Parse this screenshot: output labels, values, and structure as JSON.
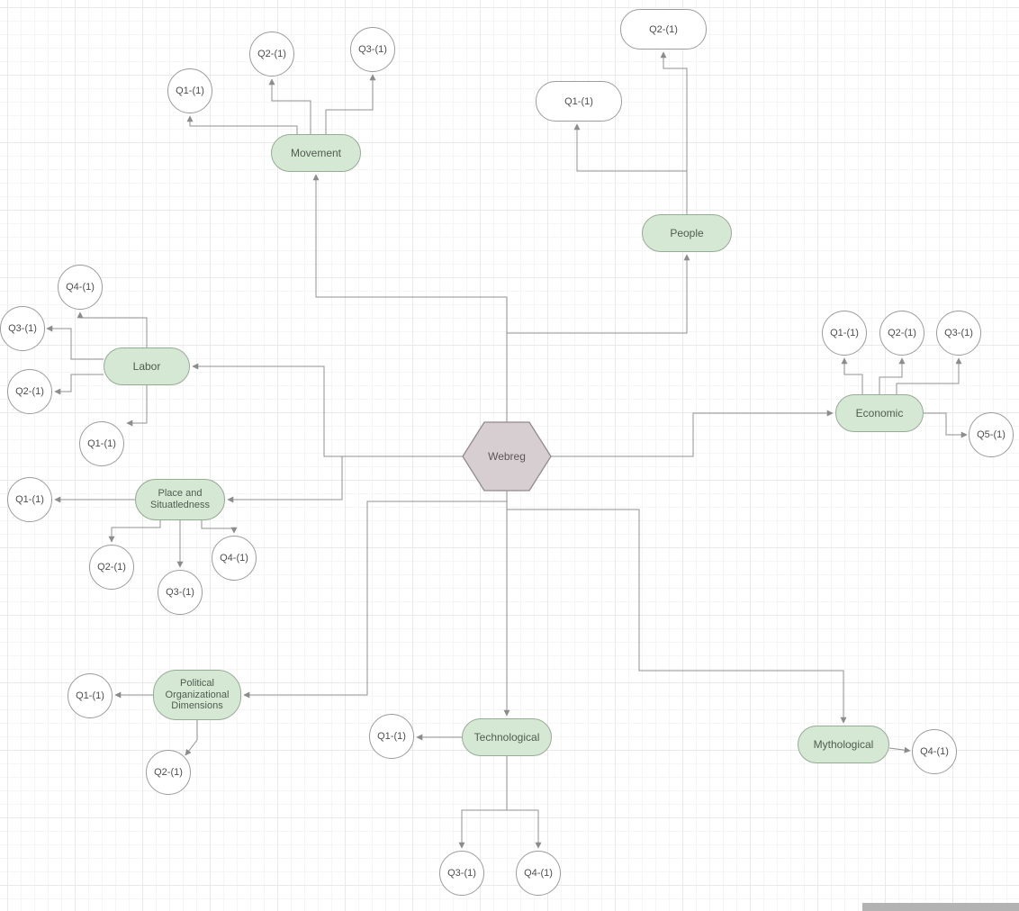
{
  "nodes": {
    "center": {
      "label": "Webreg"
    },
    "movement": {
      "label": "Movement",
      "q1": "Q1-(1)",
      "q2": "Q2-(1)",
      "q3": "Q3-(1)"
    },
    "people": {
      "label": "People",
      "q1": "Q1-(1)",
      "q2": "Q2-(1)"
    },
    "labor": {
      "label": "Labor",
      "q1": "Q1-(1)",
      "q2": "Q2-(1)",
      "q3": "Q3-(1)",
      "q4": "Q4-(1)"
    },
    "economic": {
      "label": "Economic",
      "q1": "Q1-(1)",
      "q2": "Q2-(1)",
      "q3": "Q3-(1)",
      "q5": "Q5-(1)"
    },
    "place": {
      "label": "Place and\nSituatledness",
      "q1": "Q1-(1)",
      "q2": "Q2-(1)",
      "q3": "Q3-(1)",
      "q4": "Q4-(1)"
    },
    "political": {
      "label": "Political\nOrganizational\nDimensions",
      "q1": "Q1-(1)",
      "q2": "Q2-(1)"
    },
    "technological": {
      "label": "Technological",
      "q1": "Q1-(1)",
      "q3": "Q3-(1)",
      "q4": "Q4-(1)"
    },
    "mythological": {
      "label": "Mythological",
      "q4": "Q4-(1)"
    }
  },
  "colors": {
    "topic_fill": "#d5e8d4",
    "topic_stroke": "#95ac95",
    "center_fill": "#d7ced1",
    "center_stroke": "#92898c",
    "leaf_fill": "#ffffff",
    "leaf_stroke": "#9c9c9c",
    "edge": "#909090",
    "grid_minor": "#f5f5f5",
    "grid_major": "#e9e9e9"
  }
}
